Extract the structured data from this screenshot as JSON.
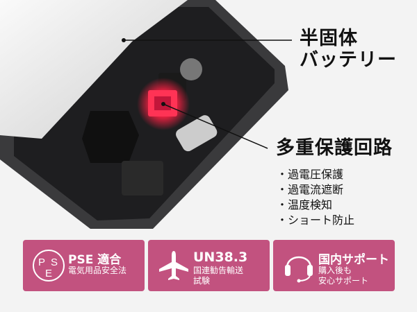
{
  "callouts": {
    "battery": [
      "半固体",
      "バッテリー"
    ],
    "protection": "多重保護回路"
  },
  "protection_features": [
    "過電圧保護",
    "過電流遮断",
    "温度検知",
    "ショート防止"
  ],
  "badges": [
    {
      "title": "PSE 適合",
      "subtitle": [
        "電気用品安全法"
      ],
      "icon": "pse-mark-icon",
      "icon_text": [
        "P",
        "S",
        "E"
      ]
    },
    {
      "title": "UN38.3",
      "subtitle": [
        "国連勧告輸送",
        "試験"
      ],
      "icon": "airplane-icon"
    },
    {
      "title": "国内サポート",
      "subtitle": [
        "購入後も",
        "安心サポート"
      ],
      "icon": "headset-icon"
    }
  ],
  "colors": {
    "badge": "#c2527f",
    "background": "#f3f3f3",
    "chip_glow": "#ff2a55"
  }
}
